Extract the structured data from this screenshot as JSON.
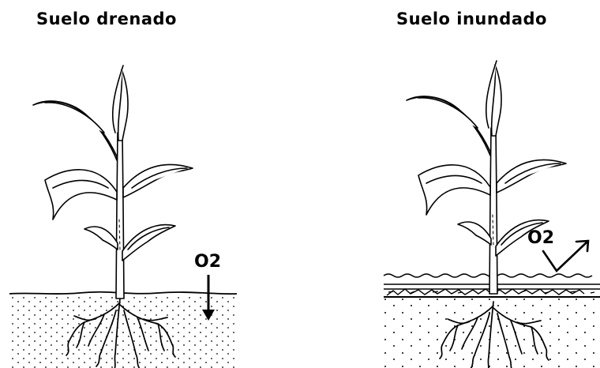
{
  "panels": [
    {
      "title": "Suelo drenado",
      "gas_label": "O2",
      "soil": "drained"
    },
    {
      "title": "Suelo inundado",
      "gas_label": "O2",
      "soil": "flooded"
    }
  ],
  "colors": {
    "ink": "#000000",
    "background": "#ffffff"
  }
}
